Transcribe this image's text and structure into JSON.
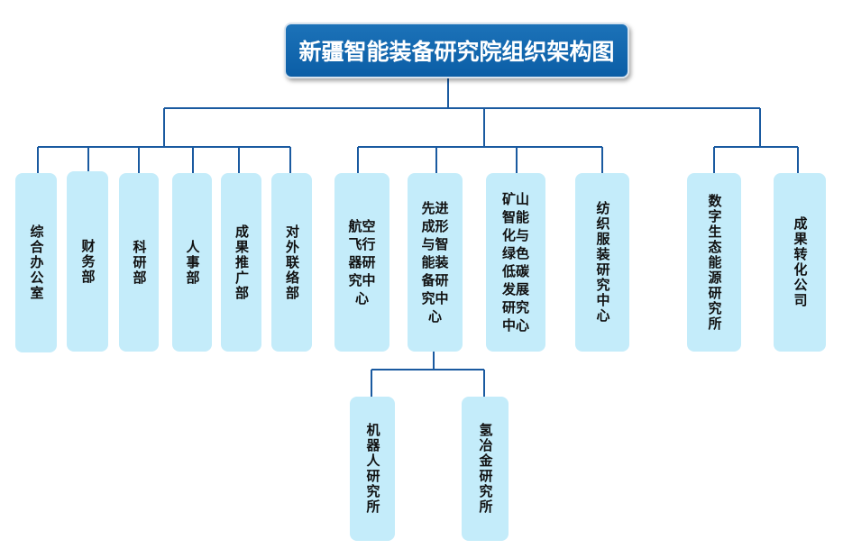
{
  "title": "新疆智能装备研究院组织架构图",
  "units": {
    "zonghe": "综合办公室",
    "caiwu": "财务部",
    "keyan": "科研部",
    "renshi": "人事部",
    "chengguo_tuiguang": "成果推广部",
    "duiwai": "对外联络部",
    "hangkong": [
      "航空",
      "飞行",
      "器研",
      "究中",
      "心"
    ],
    "xianjin": [
      "先进",
      "成形",
      "与智",
      "能装",
      "备研",
      "究中",
      "心"
    ],
    "kuangshan": [
      "矿山",
      "智能",
      "化与",
      "绿色",
      "低碳",
      "发展",
      "研究",
      "中心"
    ],
    "fangzhi": "纺织服装研究中心",
    "shuzi": "数字生态能源研究所",
    "chengguo_zhuanhua": "成果转化公司",
    "jiqiren": "机器人研究所",
    "qingyejin": "氢冶金研究所"
  },
  "colors": {
    "title_bg": "#0b5ea6",
    "title_text": "#ffffff",
    "box_bg": "#c4ecfa",
    "line": "#1a5aa0"
  }
}
